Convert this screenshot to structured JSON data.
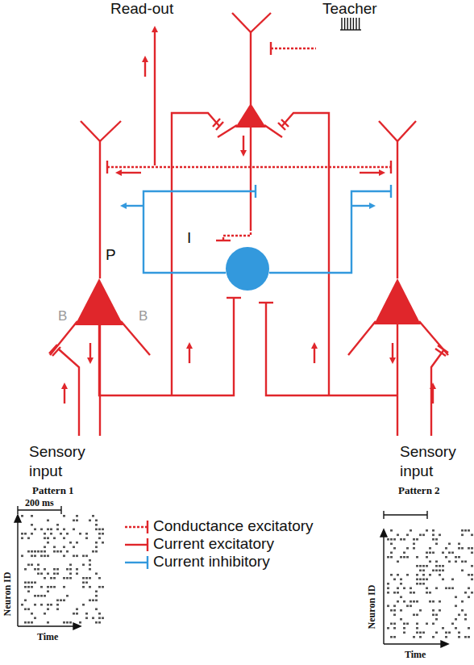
{
  "diagram": {
    "nodes": [
      {
        "text": [
          "P"
        ]
      },
      {
        "text": [
          "I"
        ]
      }
    ],
    "edges": [
      {
        "from": 0,
        "to": 1,
        "arrow": "to"
      },
      {
        "from": 1,
        "to": 0,
        "arrow": "to"
      }
    ],
    "labels": [
      "Read-out",
      "Teacher",
      "B",
      "B",
      "Sensory input",
      "Sensory input",
      "Pattern 1",
      "200 ms",
      "Neuron ID",
      "Time",
      "Pattern 2",
      "Neuron ID",
      "Time"
    ],
    "legend": [
      {
        "text": "Conductance excitatory"
      },
      {
        "text": "Current excitatory"
      },
      {
        "text": "Current inhibitory"
      }
    ]
  }
}
